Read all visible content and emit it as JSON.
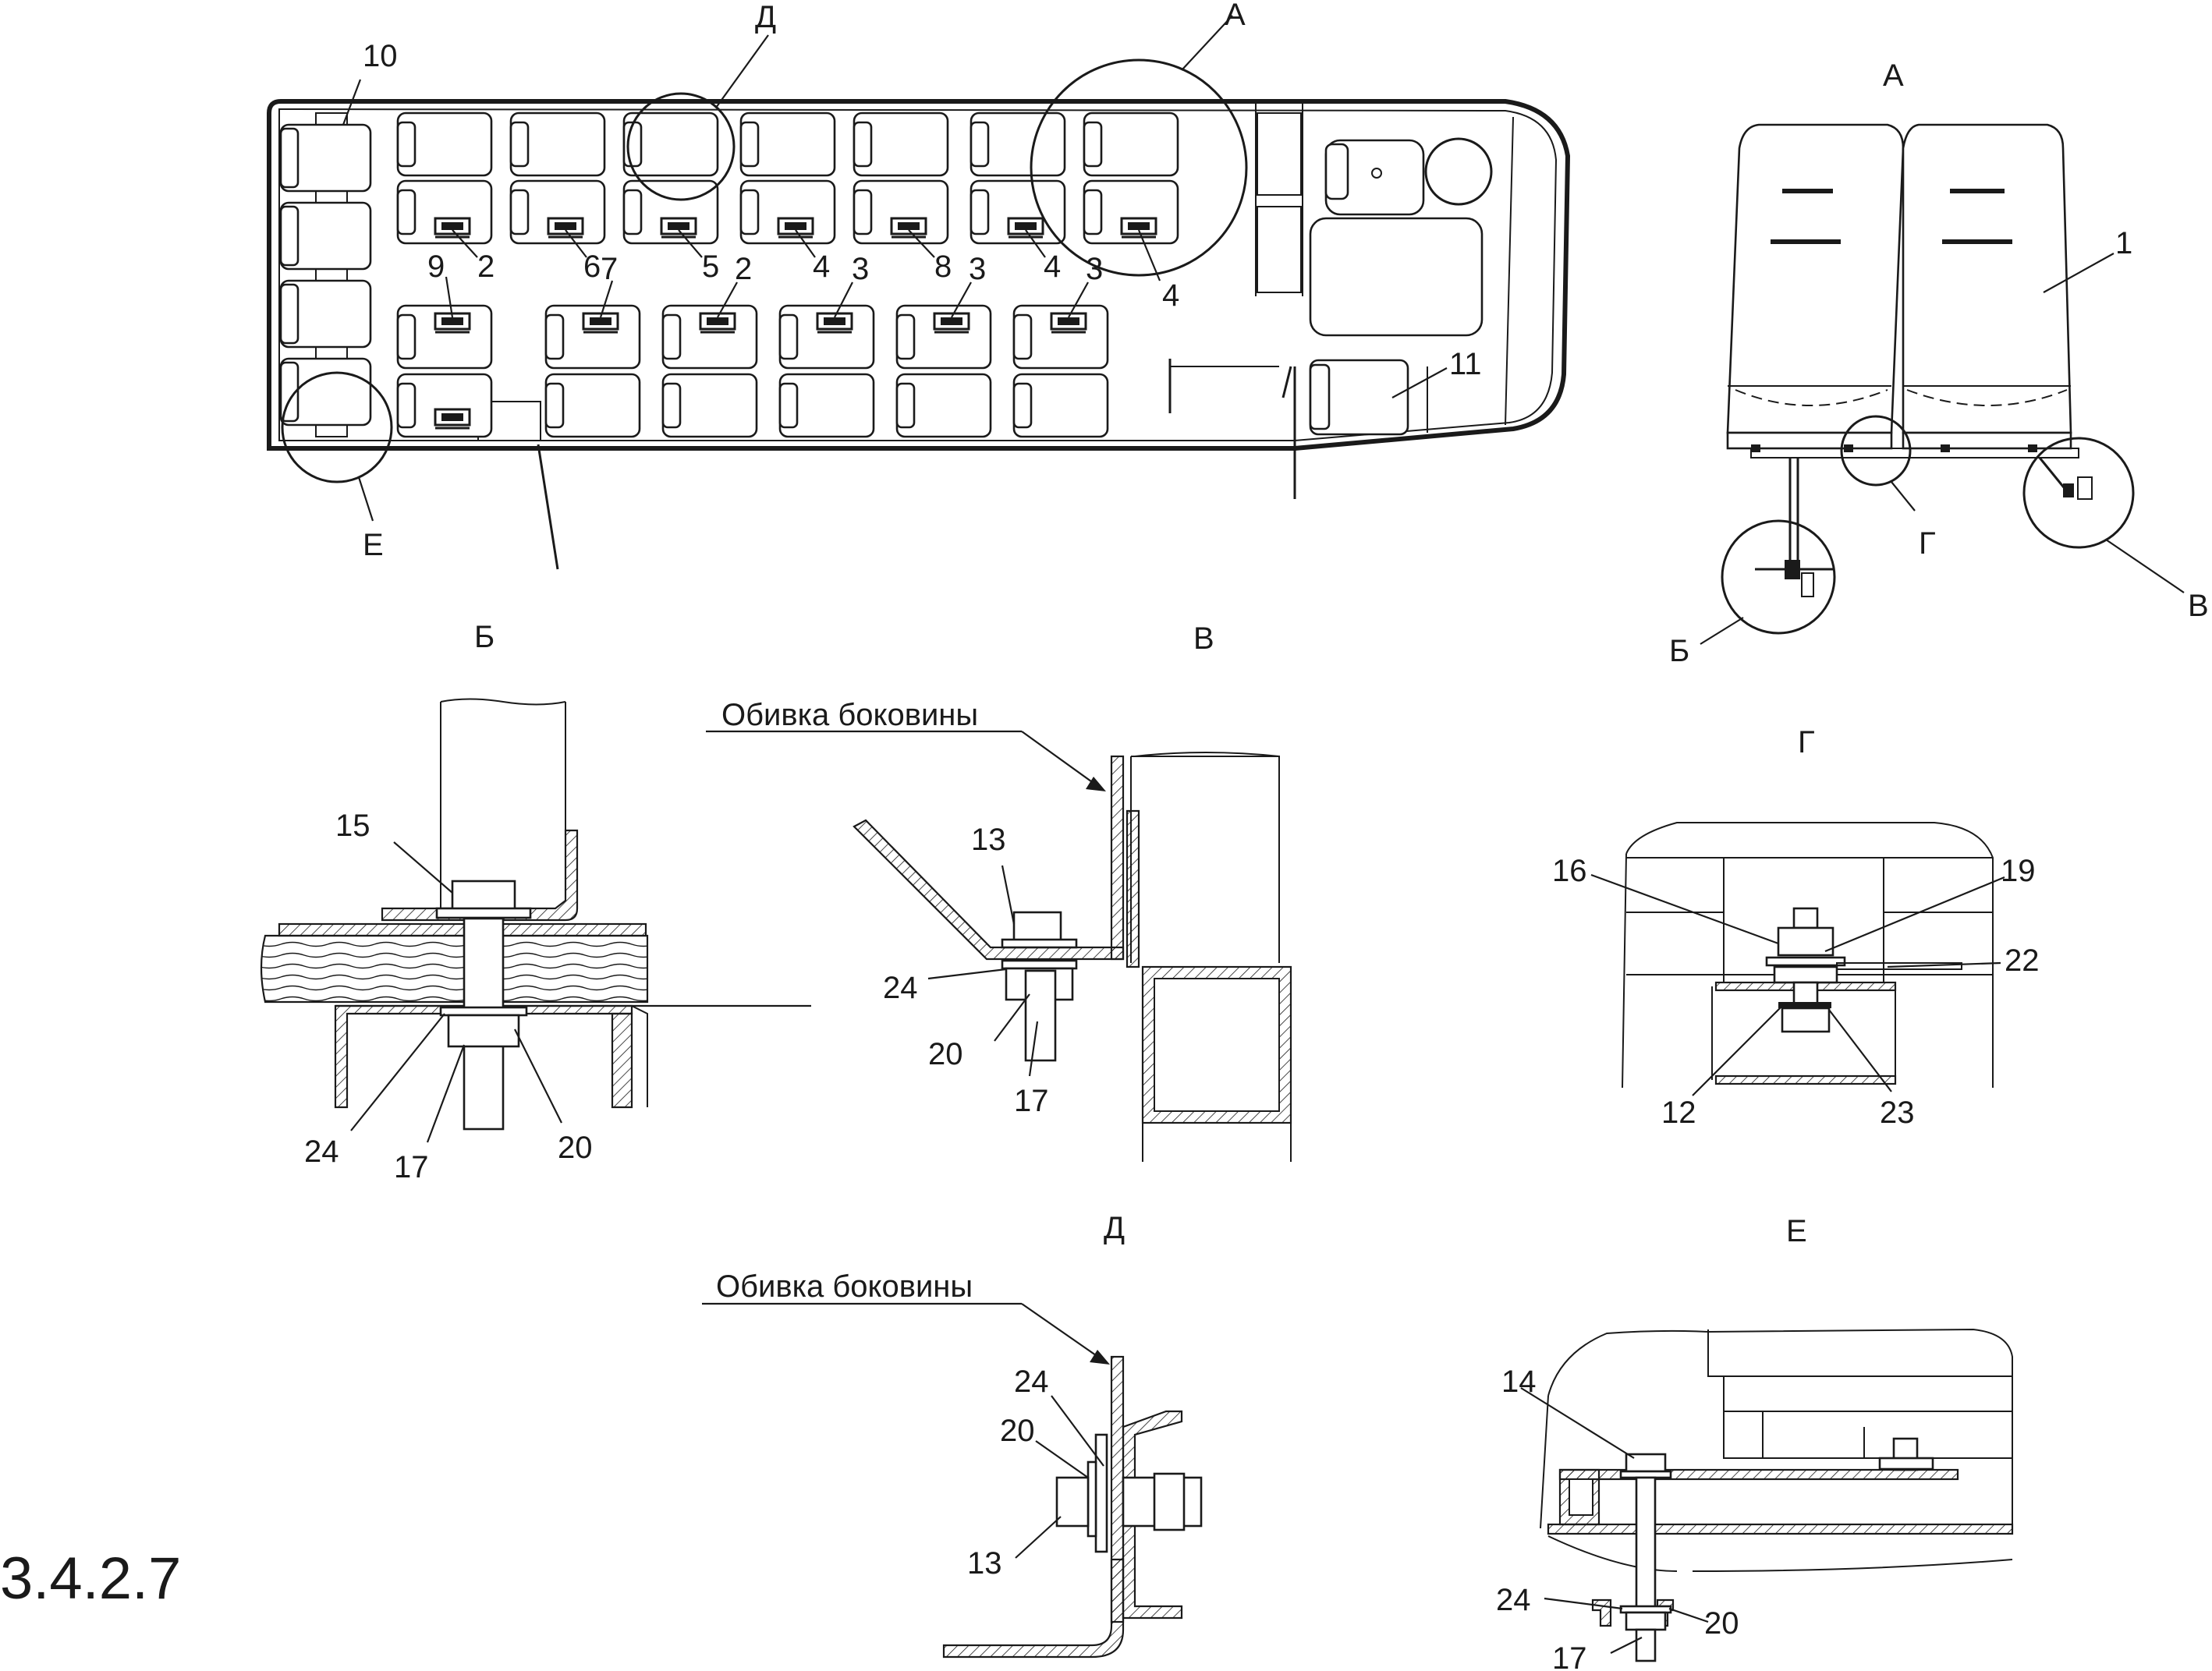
{
  "figure_number": "3.4.2.7",
  "views": {
    "A": "А",
    "B": "Б",
    "V": "В",
    "G": "Г",
    "D": "Д",
    "E": "Е"
  },
  "callouts": {
    "plan": [
      "10",
      "2",
      "6",
      "5",
      "4",
      "8",
      "4",
      "4",
      "9",
      "7",
      "2",
      "3",
      "3",
      "3",
      "11"
    ],
    "view_a": [
      "1"
    ],
    "view_b": [
      "15",
      "24",
      "17",
      "20"
    ],
    "view_v": [
      "13",
      "24",
      "20",
      "17"
    ],
    "view_g": [
      "16",
      "19",
      "22",
      "12",
      "23"
    ],
    "view_d": [
      "24",
      "20",
      "13"
    ],
    "view_e": [
      "14",
      "24",
      "17",
      "20"
    ]
  },
  "captions": {
    "side_trim": "Обивка боковины"
  }
}
